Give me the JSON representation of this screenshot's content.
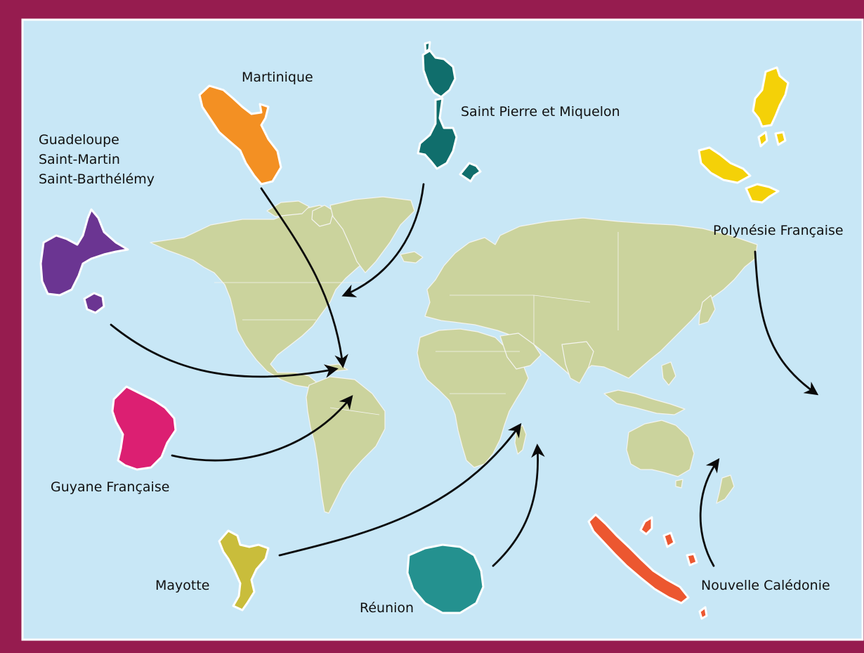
{
  "colors": {
    "frame": "#961c4f",
    "ocean": "#c8e7f6",
    "land": "#cbd39d",
    "land_border": "#f4f4f0",
    "arrow": "#0a0a0a",
    "martinique": "#f39023",
    "saint_pierre": "#106e6c",
    "polynesie": "#f4d108",
    "guadeloupe": "#6b3592",
    "guyane": "#dc1f72",
    "mayotte": "#c9bd3b",
    "reunion": "#24918f",
    "caledonie": "#ec5730"
  },
  "territories": {
    "martinique": "Martinique",
    "saint_pierre": "Saint Pierre et Miquelon",
    "guadeloupe_lines": [
      "Guadeloupe",
      "Saint-Martin",
      "Saint-Barthélémy"
    ],
    "polynesie": "Polynésie Française",
    "guyane": "Guyane Française",
    "mayotte": "Mayotte",
    "reunion": "Réunion",
    "caledonie": "Nouvelle Calédonie"
  }
}
